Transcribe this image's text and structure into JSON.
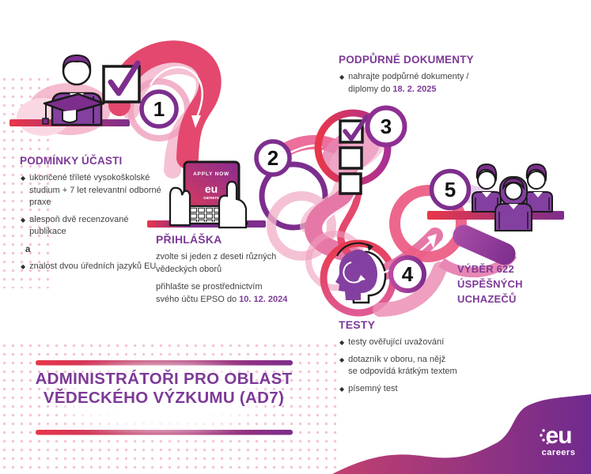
{
  "glyphs": {
    "bullet": "◆"
  },
  "steps": [
    {
      "number": "1",
      "title": "PODMÍNKY ÚČASTI",
      "bullets": [
        {
          "lines": [
            "ukončené tříleté vysokoškolské",
            "studium + 7 let relevantní odborné",
            "praxe"
          ]
        },
        {
          "lines": [
            "alespoň dvě recenzované",
            "publikace"
          ]
        },
        {
          "lines": [
            "znalost dvou úředních jazyků EU"
          ]
        }
      ],
      "connector": "a"
    },
    {
      "number": "2",
      "title": "PŘIHLÁŠKA",
      "para1": {
        "lines": [
          "zvolte si jeden z deseti různých",
          "vědeckých oborů"
        ]
      },
      "para2": {
        "line1": "přihlašte se prostřednictvím",
        "line_last": "svého účtu EPSO do ",
        "date": "10. 12. 2024"
      }
    },
    {
      "number": "3",
      "title": "PODPŮRNÉ DOKUMENTY",
      "bullet": {
        "line1": "nahrajte podpůrné dokumenty /",
        "line_last": "diplomy do ",
        "date": "18. 2. 2025"
      }
    },
    {
      "number": "4",
      "title": "TESTY",
      "bullets": [
        {
          "lines": [
            "testy ověřující uvažování"
          ]
        },
        {
          "lines": [
            "dotazník v oboru, na nějž",
            "se odpovídá krátkým textem"
          ]
        },
        {
          "lines": [
            "písemný test"
          ]
        }
      ]
    },
    {
      "number": "5",
      "title_lines": [
        "VÝBĚR 622",
        "ÚSPĚŠNÝCH",
        "UCHAZEČŮ"
      ]
    }
  ],
  "laptop": {
    "apply_now": "APPLY NOW",
    "logo": "eu",
    "logo_sub": "careers"
  },
  "banner": {
    "line1": "ADMINISTRÁTOŘI PRO OBLAST",
    "line2": "VĚDECKÉHO VÝZKUMU (AD7)"
  },
  "brand": {
    "logo": "eu",
    "logo_sub": "careers"
  },
  "colors": {
    "purple": "#7d2e8d",
    "heading": "#7d3a97",
    "crimson": "#e8374a",
    "pink": "#e4486e",
    "text": "#424242"
  }
}
